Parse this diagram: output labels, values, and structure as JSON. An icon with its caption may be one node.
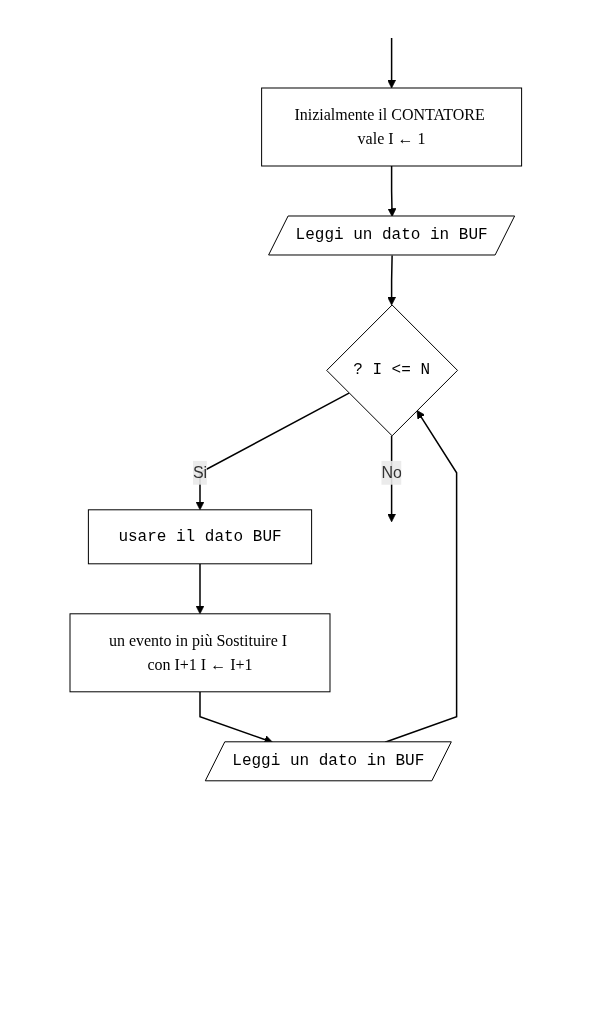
{
  "diagram": {
    "nodes": [
      {
        "text": [
          "Inizialmente il CONTATORE vale I ← 1"
        ]
      },
      {
        "text": [
          "Leggi un dato in BUF"
        ]
      },
      {
        "text": [
          "? I <= N"
        ]
      },
      {
        "text": [
          "usare il dato BUF"
        ]
      },
      {
        "text": [
          "un evento in più Sostituire I con I+1 I ← I+1"
        ]
      },
      {
        "text": [
          "Leggi un dato in BUF"
        ]
      }
    ],
    "edges": [
      {
        "from": null,
        "to": 0,
        "arrow": "to"
      },
      {
        "from": 0,
        "to": 1,
        "arrow": "to"
      },
      {
        "from": 1,
        "to": 2,
        "arrow": "to"
      },
      {
        "from": 2,
        "to": null,
        "arrow": "to",
        "label": "No"
      },
      {
        "from": 2,
        "to": 3,
        "arrow": "to",
        "label": "Si"
      },
      {
        "from": 3,
        "to": 4,
        "arrow": "to"
      },
      {
        "from": 4,
        "to": 5,
        "arrow": "to"
      },
      {
        "from": 5,
        "to": 2,
        "arrow": "to"
      }
    ]
  }
}
